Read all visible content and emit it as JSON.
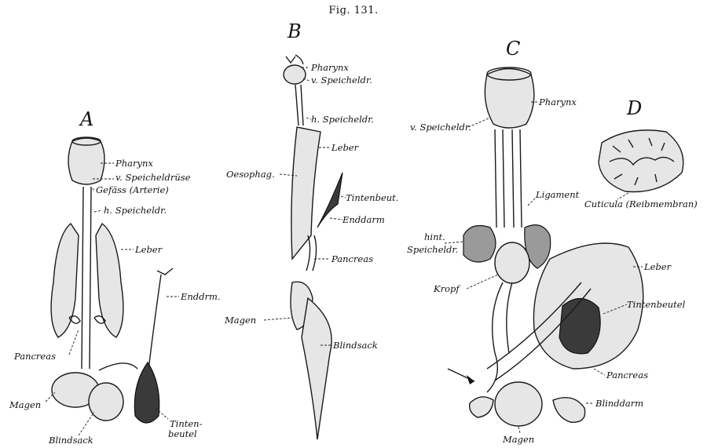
{
  "figure": {
    "caption": "Fig. 131."
  },
  "panels": {
    "A": {
      "letter": "A",
      "labels": {
        "pharynx": "Pharynx",
        "speicheldruese": "v. Speicheldrüse",
        "gefaess": "Gefäss (Arterie)",
        "h_speicheldr": "h. Speicheldr.",
        "leber": "Leber",
        "enddrm": "Enddrm.",
        "pancreas": "Pancreas",
        "magen": "Magen",
        "blindsack": "Blindsack",
        "tintenbeutel_1": "Tinten-",
        "tintenbeutel_2": "beutel"
      }
    },
    "B": {
      "letter": "B",
      "labels": {
        "pharynx": "Pharynx",
        "v_speicheldr": "v. Speicheldr.",
        "h_speicheldr": "h. Speicheldr.",
        "leber": "Leber",
        "oesophag": "Oesophag.",
        "tintenbeut": "Tintenbeut.",
        "enddarm": "Enddarm",
        "pancreas": "Pancreas",
        "magen": "Magen",
        "blindsack": "Blindsack"
      }
    },
    "C": {
      "letter": "C",
      "labels": {
        "pharynx": "Pharynx",
        "v_speicheldr": "v. Speicheldr.",
        "ligament": "Ligament",
        "hint_speicheldr_1": "hint.",
        "hint_speicheldr_2": "Speicheldr.",
        "kropf": "Kropf",
        "leber": "Leber",
        "tintenbeutel": "Tintenbeutel",
        "pancreas": "Pancreas",
        "blinddarm": "Blinddarm",
        "magen": "Magen"
      }
    },
    "D": {
      "letter": "D",
      "labels": {
        "cuticula": "Cuticula (Reibmembran)"
      }
    }
  }
}
